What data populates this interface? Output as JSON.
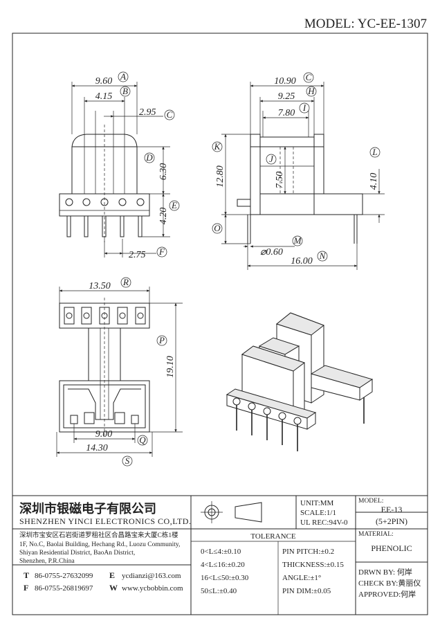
{
  "model_header": "MODEL: YC-EE-1307",
  "front_view": {
    "dim_a": "9.60",
    "dim_b": "4.15",
    "dim_c": "2.95",
    "dim_d": "6.30",
    "dim_e": "4.20",
    "dim_f": "2.75",
    "lbl_a": "A",
    "lbl_b": "B",
    "lbl_c": "C",
    "lbl_d": "D",
    "lbl_e": "E",
    "lbl_f": "F"
  },
  "side_view": {
    "dim_c": "10.90",
    "dim_h": "9.25",
    "dim_i": "7.80",
    "dim_k": "12.80",
    "dim_j": "7.50",
    "dim_l": "4.10",
    "dim_m": "⌀0.60",
    "dim_n": "16.00",
    "lbl_c": "C",
    "lbl_h": "H",
    "lbl_i": "I",
    "lbl_k": "K",
    "lbl_j": "J",
    "lbl_l": "L",
    "lbl_o": "O",
    "lbl_m": "M",
    "lbl_n": "N"
  },
  "bottom_view": {
    "dim_r": "13.50",
    "dim_p": "19.10",
    "dim_q": "9.00",
    "dim_s": "14.30",
    "lbl_r": "R",
    "lbl_p": "P",
    "lbl_q": "Q",
    "lbl_s": "S"
  },
  "company": {
    "name_cn": "深圳市银磁电子有限公司",
    "name_en": "SHENZHEN YINCI ELECTRONICS CO,LTD.",
    "address_cn": "深圳市宝安区石岩街道罗租社区合昌路宝来大厦C栋1楼",
    "address_en": [
      "1F, No.C, Baolai Building, Hechang Rd., Luozu Community,",
      "Shiyan Residential District, BaoAn District,",
      "Shenzhen, P.R.China"
    ],
    "tel_prefix": "T",
    "tel": "86-0755-27632099",
    "fax_prefix": "F",
    "fax": "86-0755-26819697",
    "email_prefix": "E",
    "email": "ycdianzi@163.com",
    "web_prefix": "W",
    "web": "www.ycbobbin.com"
  },
  "spec": {
    "unit": "UNIT:MM",
    "scale": "SCALE:1/1",
    "ul": "UL REC:94V-0",
    "model_label": "MODEL:",
    "model_value": "EE-13",
    "pins": "(5+2PIN)",
    "material_label": "MATERIAL:",
    "material_value": "PHENOLIC"
  },
  "tolerance": {
    "title": "TOLERANCE",
    "ranges": [
      "0<L≤4:±0.10",
      "4<L≤16:±0.20",
      "16<L≤50:±0.30",
      "50≤L:±0.40"
    ],
    "other": [
      "PIN PITCH:±0.2",
      "THICKNESS:±0.15",
      "ANGLE:±1°",
      "PIN DIM:±0.05"
    ]
  },
  "signoff": {
    "drawn": "DRWN BY: 何岸",
    "check": "CHECK BY:黄丽仪",
    "approved": "APPROVED:何岸"
  }
}
